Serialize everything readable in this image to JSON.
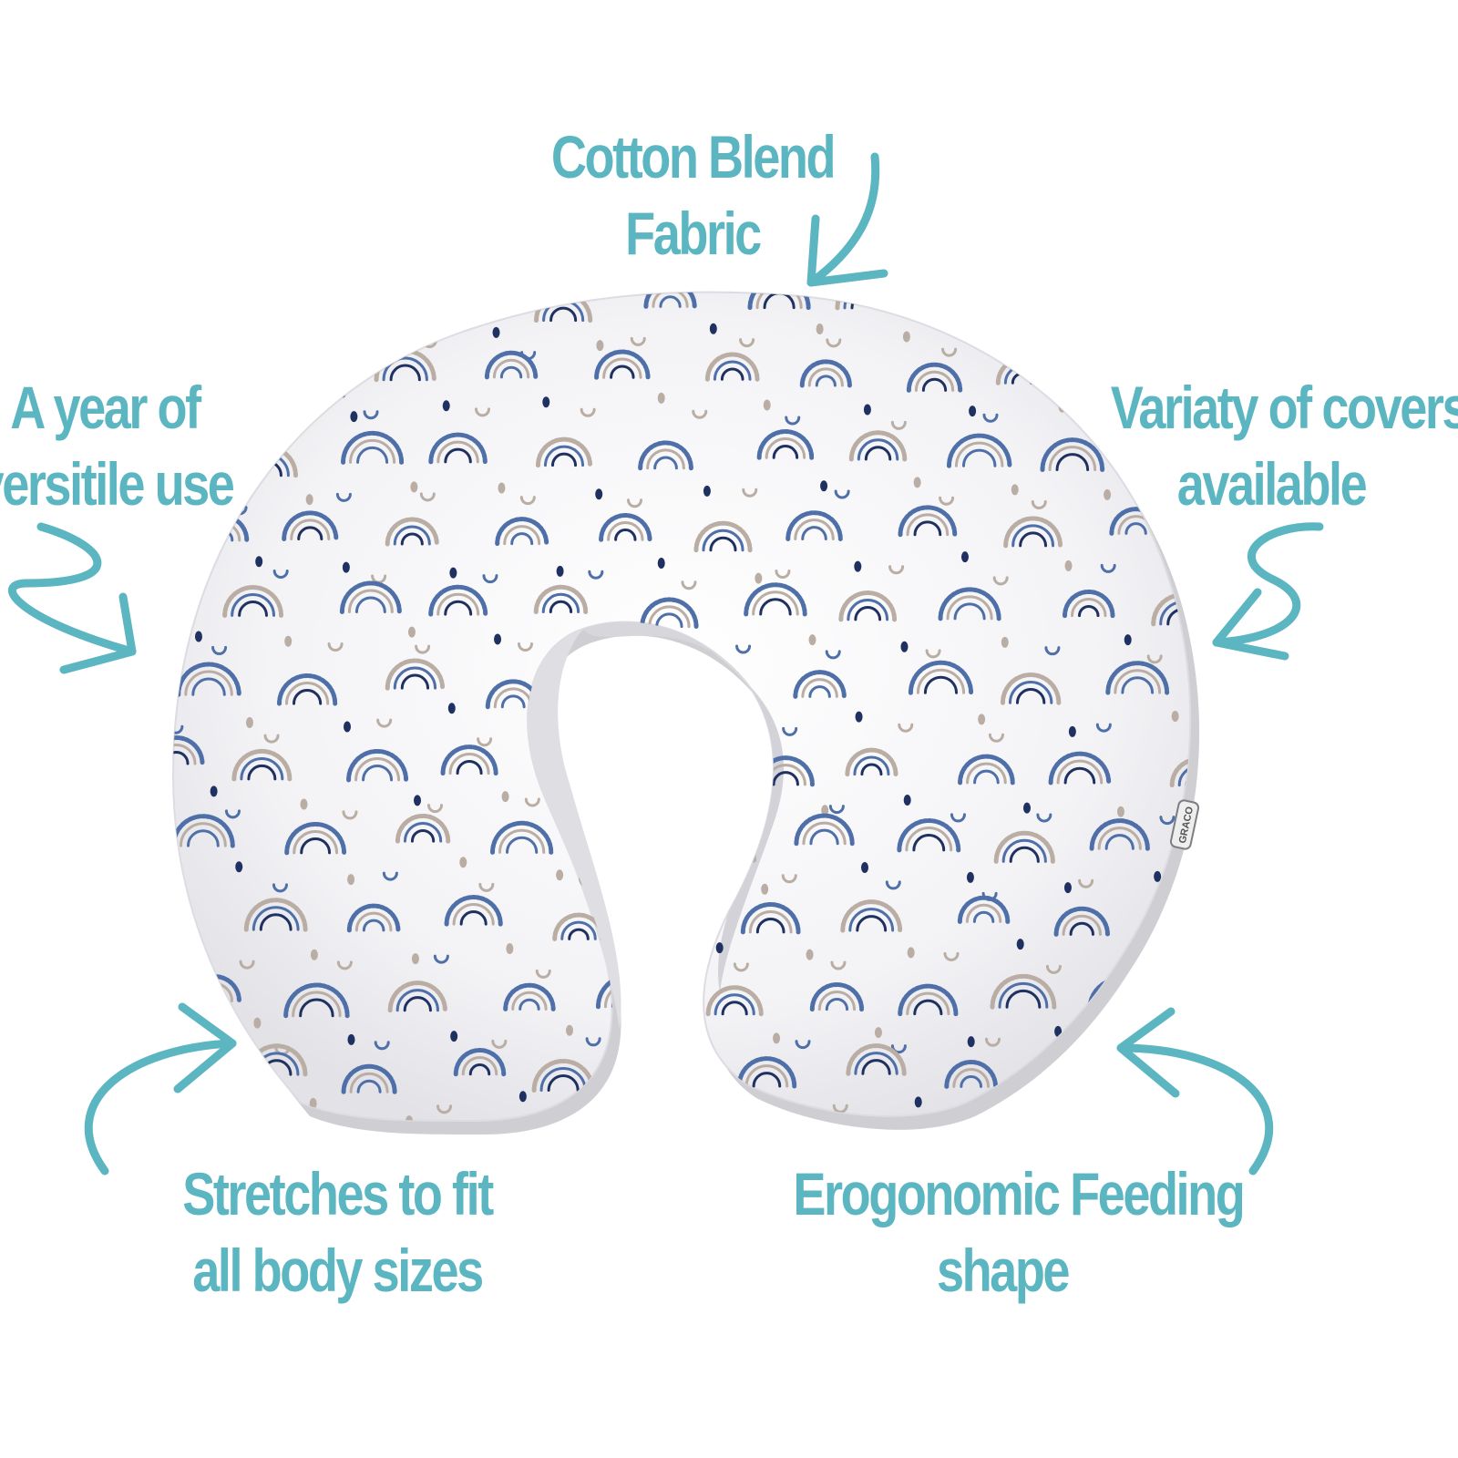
{
  "colors": {
    "accent": "#5bb6c1",
    "background": "#ffffff",
    "pillow_fabric": "#f5f5f7",
    "pillow_shadow": "#cfcfd3",
    "pattern_blue": "#4f6fa8",
    "pattern_navy": "#1f3160",
    "pattern_beige": "#b9ada4"
  },
  "product": {
    "icon": "nursing-pillow-image",
    "label_tag": "GRACO"
  },
  "callouts": {
    "fabric": {
      "line1": "Cotton Blend",
      "line2": "Fabric",
      "arrow": "arrow-down-left-icon"
    },
    "year": {
      "line1": "A year of",
      "line2": "versitile use",
      "arrow": "zigzag-arrow-icon"
    },
    "covers": {
      "line1": "Variaty of covers",
      "line2": "available",
      "arrow": "zigzag-arrow-icon"
    },
    "stretch": {
      "line1": "Stretches to fit",
      "line2": "all body sizes",
      "arrow": "curved-arrow-icon"
    },
    "shape": {
      "line1": "Erogonomic Feeding",
      "line2": "shape",
      "arrow": "curved-arrow-icon"
    }
  }
}
